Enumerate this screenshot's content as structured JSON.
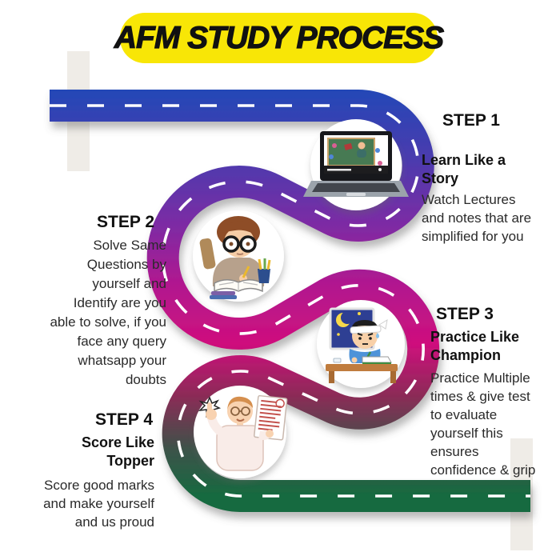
{
  "title_bar": {
    "text": "AFM STUDY PROCESS",
    "bg": "#f8e606",
    "fg": "#111111"
  },
  "steps": [
    {
      "id": "step-1",
      "label": "STEP 1",
      "heading": "Learn Like a\nStory",
      "body": "Watch Lectures\nand notes that are\nsimplified for you",
      "illustration": "laptop-lecture-illustration"
    },
    {
      "id": "step-2",
      "label": "STEP 2",
      "heading": "",
      "body": "Solve Same\nQuestions by\nyourself and\nIdentify are you\nable to solve, if you\nface any query\nwhatsapp your\ndoubts",
      "illustration": "boy-writing-illustration"
    },
    {
      "id": "step-3",
      "label": "STEP 3",
      "heading": "Practice Like\nChampion",
      "body": "Practice Multiple\ntimes & give test\nto evaluate\nyourself this\nensures\nconfidence & grip",
      "illustration": "night-study-illustration"
    },
    {
      "id": "step-4",
      "label": "STEP 4",
      "heading": "Score Like\nTopper",
      "body": "Score good marks\nand make yourself\nand us proud",
      "illustration": "thumbs-up-certificate-illustration"
    }
  ],
  "road": {
    "dash_color": "#ffffff",
    "gradient": [
      "#1e49b8",
      "#4b3bae",
      "#7d2ba4",
      "#b01890",
      "#cf0f7d",
      "#8a2c56",
      "#3c5349",
      "#156b40"
    ]
  },
  "decor": {
    "tape_color": "#edeae4"
  }
}
